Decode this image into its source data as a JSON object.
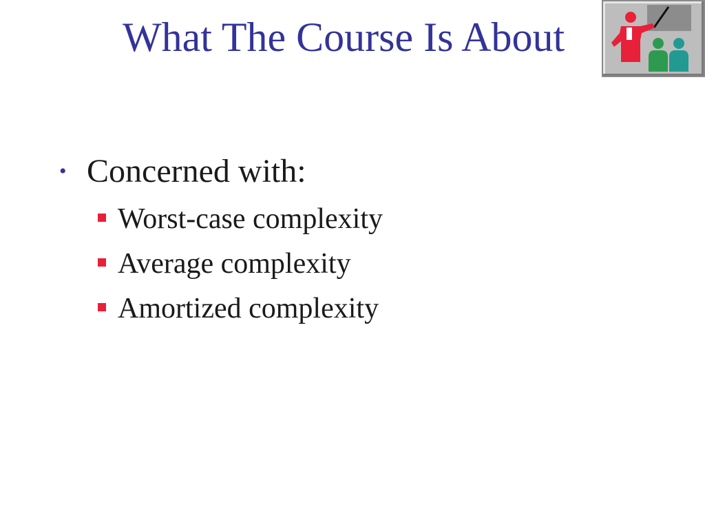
{
  "slide": {
    "title": "What The Course Is About",
    "bullet": {
      "text": "Concerned with:",
      "sub_items": [
        "Worst-case complexity",
        "Average complexity",
        "Amortized complexity"
      ]
    },
    "clipart_icon": "teacher-presenting-icon"
  },
  "colors": {
    "title": "#333399",
    "bullet_dot": "#333399",
    "sub_bullet": "#e8203a",
    "body_text": "#1a1a1a",
    "teacher": "#e8203a",
    "student_left": "#2e9a50",
    "student_right": "#229a92",
    "clipart_bg": "#b4b4b4"
  }
}
